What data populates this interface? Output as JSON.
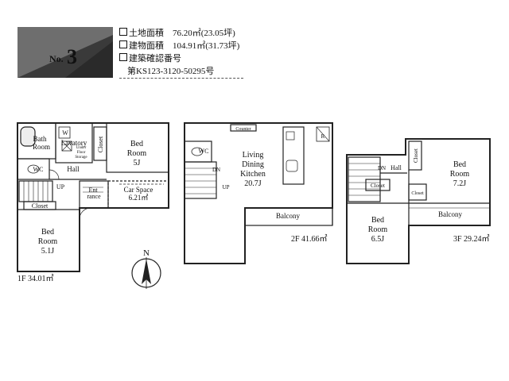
{
  "listing": {
    "number_prefix": "No.",
    "number": "3"
  },
  "info": {
    "land_area": "土地面積　76.20㎡(23.05坪)",
    "building_area": "建物面積　104.91㎡(31.73坪)",
    "confirmation_label": "建築確認番号",
    "confirmation_number": "第KS123-3120-50295号"
  },
  "floors": {
    "f1": {
      "area": "1F 34.01㎡",
      "rooms": {
        "bath": [
          "Bath",
          "Room"
        ],
        "lavatory": "Lavatory",
        "w": "W",
        "under_floor": [
          "Under",
          "Floor",
          "Storage"
        ],
        "closet_v": "Closet",
        "bed_top": [
          "Bed",
          "Room",
          "5J"
        ],
        "wc": "WC",
        "hall": "Hall",
        "up": "UP",
        "entrance": [
          "Ent",
          "rance"
        ],
        "car_space": [
          "Car Space",
          "6.21㎡"
        ],
        "closet_h": "Closet",
        "bed_bottom": [
          "Bed",
          "Room",
          "5.1J"
        ]
      }
    },
    "f2": {
      "area": "2F 41.66㎡",
      "rooms": {
        "counter": "Counter",
        "r": "R",
        "wc": "WC",
        "dn": "DN",
        "up": "UP",
        "ldk": [
          "Living",
          "Dining",
          "Kitchen",
          "20.7J"
        ],
        "balcony": "Balcony"
      }
    },
    "f3": {
      "area": "3F 29.24㎡",
      "rooms": {
        "dn": "DN",
        "hall": "Hall",
        "closet_v": "Closet",
        "bed_right": [
          "Bed",
          "Room",
          "7.2J"
        ],
        "closet_small": "Closet",
        "closet_mid": "Closet",
        "balcony": "Balcony",
        "bed_left": [
          "Bed",
          "Room",
          "6.5J"
        ]
      }
    }
  },
  "compass": {
    "label": "N"
  }
}
